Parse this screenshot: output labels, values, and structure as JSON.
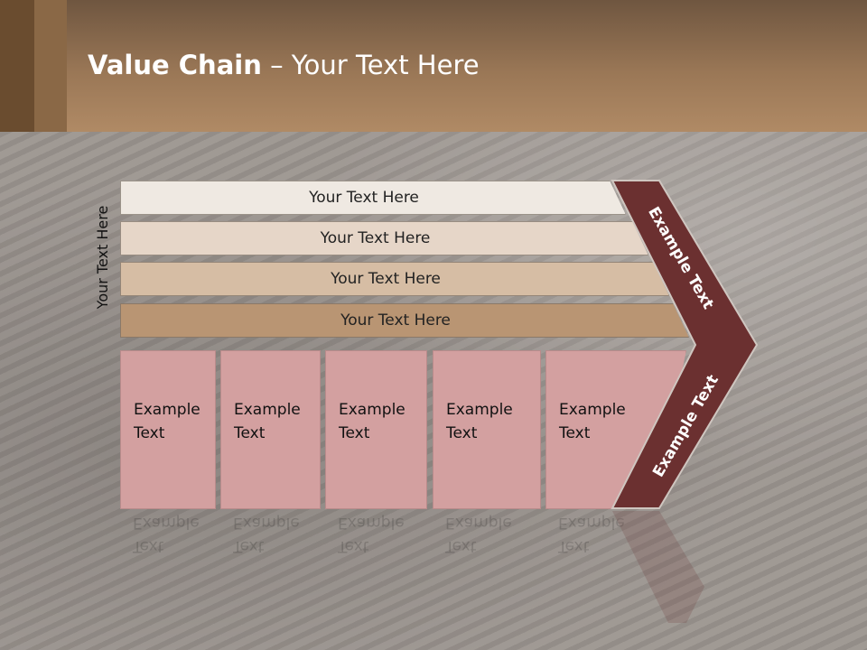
{
  "slide": {
    "title_bold": "Value Chain",
    "title_rest": " – Your Text Here",
    "side_label": "Your Text Here",
    "rows": [
      "Your Text Here",
      "Your Text Here",
      "Your Text Here",
      "Your Text Here"
    ],
    "boxes": [
      {
        "line1": "Example",
        "line2": "Text"
      },
      {
        "line1": "Example",
        "line2": "Text"
      },
      {
        "line1": "Example",
        "line2": "Text"
      },
      {
        "line1": "Example",
        "line2": "Text"
      },
      {
        "line1": "Example",
        "line2": "Text"
      }
    ],
    "chevron_upper": "Example Text",
    "chevron_lower": "Example Text"
  },
  "colors": {
    "row1": "#efe9e2",
    "row2": "#e6d6c8",
    "row3": "#d6bda4",
    "row4": "#b99573",
    "box": "#d3a0a0",
    "chevron": "#6b3030"
  }
}
